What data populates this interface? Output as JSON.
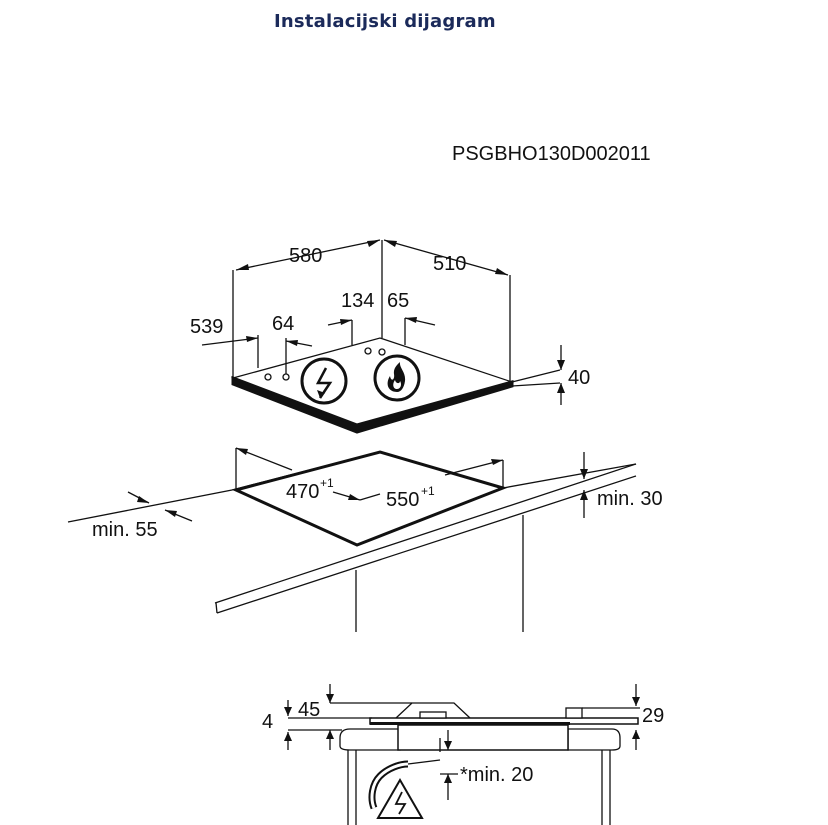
{
  "header": {
    "title": "Instalacijski dijagram"
  },
  "diagram": {
    "code": "PSGBHO130D002011",
    "top_dims": {
      "width": "580",
      "depth": "510",
      "left_offset": "539",
      "left_small": "64",
      "mid_a": "134",
      "mid_b": "65",
      "height": "40"
    },
    "cutout_dims": {
      "depth_value": "470",
      "depth_tol": "+1",
      "width_value": "550",
      "width_tol": "+1",
      "min_front": "min. 55",
      "min_thickness": "min. 30"
    },
    "side_dims": {
      "d4": "4",
      "d45": "45",
      "d29": "29",
      "min20": "*min. 20"
    },
    "icons": [
      "electric-bolt-icon",
      "gas-flame-icon",
      "electric-warning-icon"
    ]
  }
}
